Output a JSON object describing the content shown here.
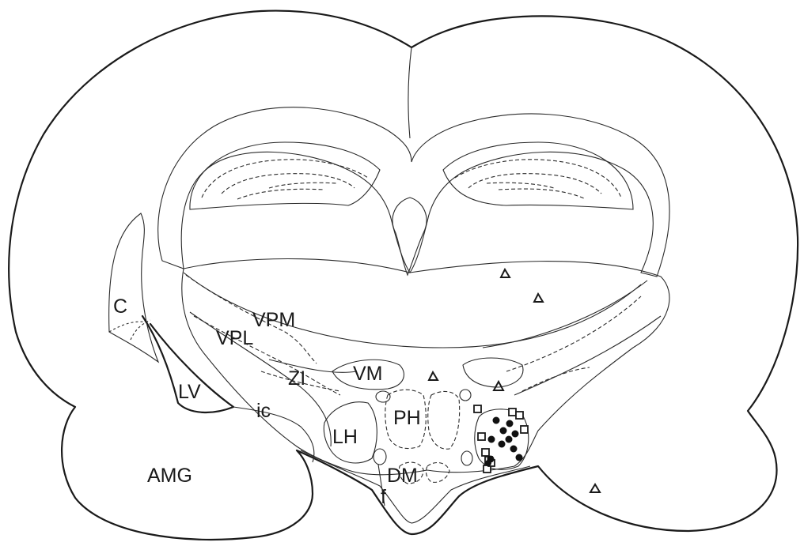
{
  "labels": {
    "C": "C",
    "VPM": "VPM",
    "VPL": "VPL",
    "ZI": "ZI",
    "VM": "VM",
    "LV": "LV",
    "ic": "ic",
    "PH": "PH",
    "LH": "LH",
    "AMG": "AMG",
    "DM": "DM",
    "f": "f"
  },
  "markers": {
    "legend_free": true,
    "triangle_count": 5,
    "square_count": 9,
    "dot_count": 11
  }
}
